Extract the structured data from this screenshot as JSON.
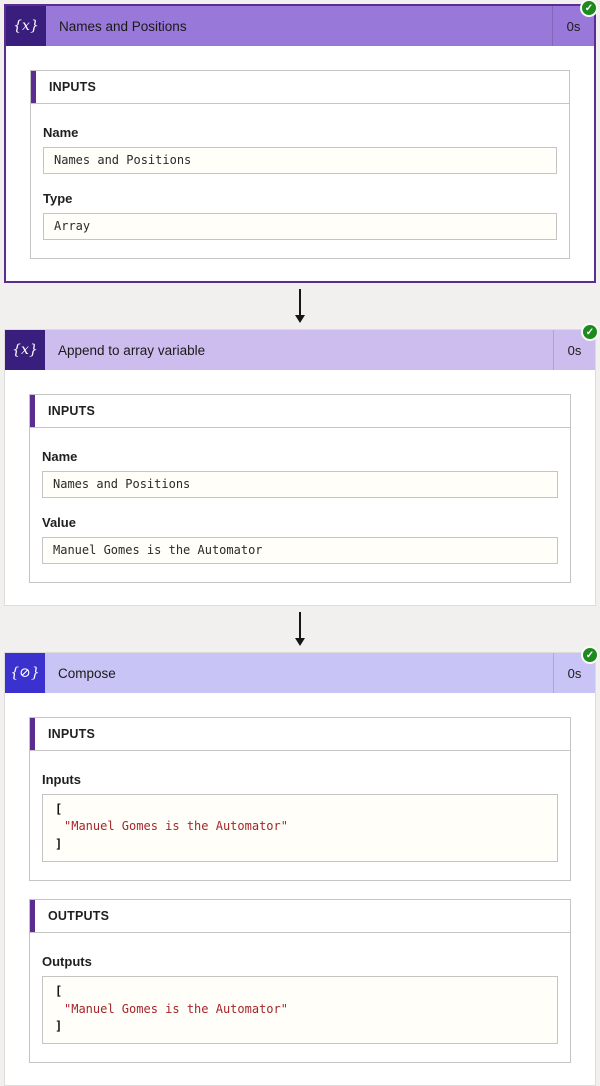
{
  "colors": {
    "selected_border": "#5b2d90",
    "header_selected": "#9878d9",
    "header_variable": "#ccbdee",
    "header_compose": "#c8c5f6",
    "icon_variable_bg": "#3a1e7e",
    "icon_compose_bg": "#3a31cf",
    "section_accent": "#5b2d90",
    "success_green": "#1d8a1d",
    "code_string_red": "#a4262c",
    "value_box_bg": "#fffef8"
  },
  "icons": {
    "success_check": "✓"
  },
  "flow": {
    "cards": [
      {
        "title": "Names and Positions",
        "duration": "0s",
        "status": "Succeeded",
        "icon_glyph": "{x}",
        "sections": [
          {
            "title": "INPUTS",
            "fields": [
              {
                "label": "Name",
                "value": "Names and Positions"
              },
              {
                "label": "Type",
                "value": "Array"
              }
            ]
          }
        ]
      },
      {
        "title": "Append to array variable",
        "duration": "0s",
        "status": "Succeeded",
        "icon_glyph": "{x}",
        "sections": [
          {
            "title": "INPUTS",
            "fields": [
              {
                "label": "Name",
                "value": "Names and Positions"
              },
              {
                "label": "Value",
                "value": "Manuel Gomes is the Automator"
              }
            ]
          }
        ]
      },
      {
        "title": "Compose",
        "duration": "0s",
        "status": "Succeeded",
        "icon_glyph": "{⊘}",
        "sections": [
          {
            "title": "INPUTS",
            "fields": [
              {
                "label": "Inputs",
                "code": {
                  "open": "[",
                  "line": "\"Manuel Gomes is the Automator\"",
                  "close": "]"
                }
              }
            ]
          },
          {
            "title": "OUTPUTS",
            "fields": [
              {
                "label": "Outputs",
                "code": {
                  "open": "[",
                  "line": "\"Manuel Gomes is the Automator\"",
                  "close": "]"
                }
              }
            ]
          }
        ]
      }
    ]
  }
}
